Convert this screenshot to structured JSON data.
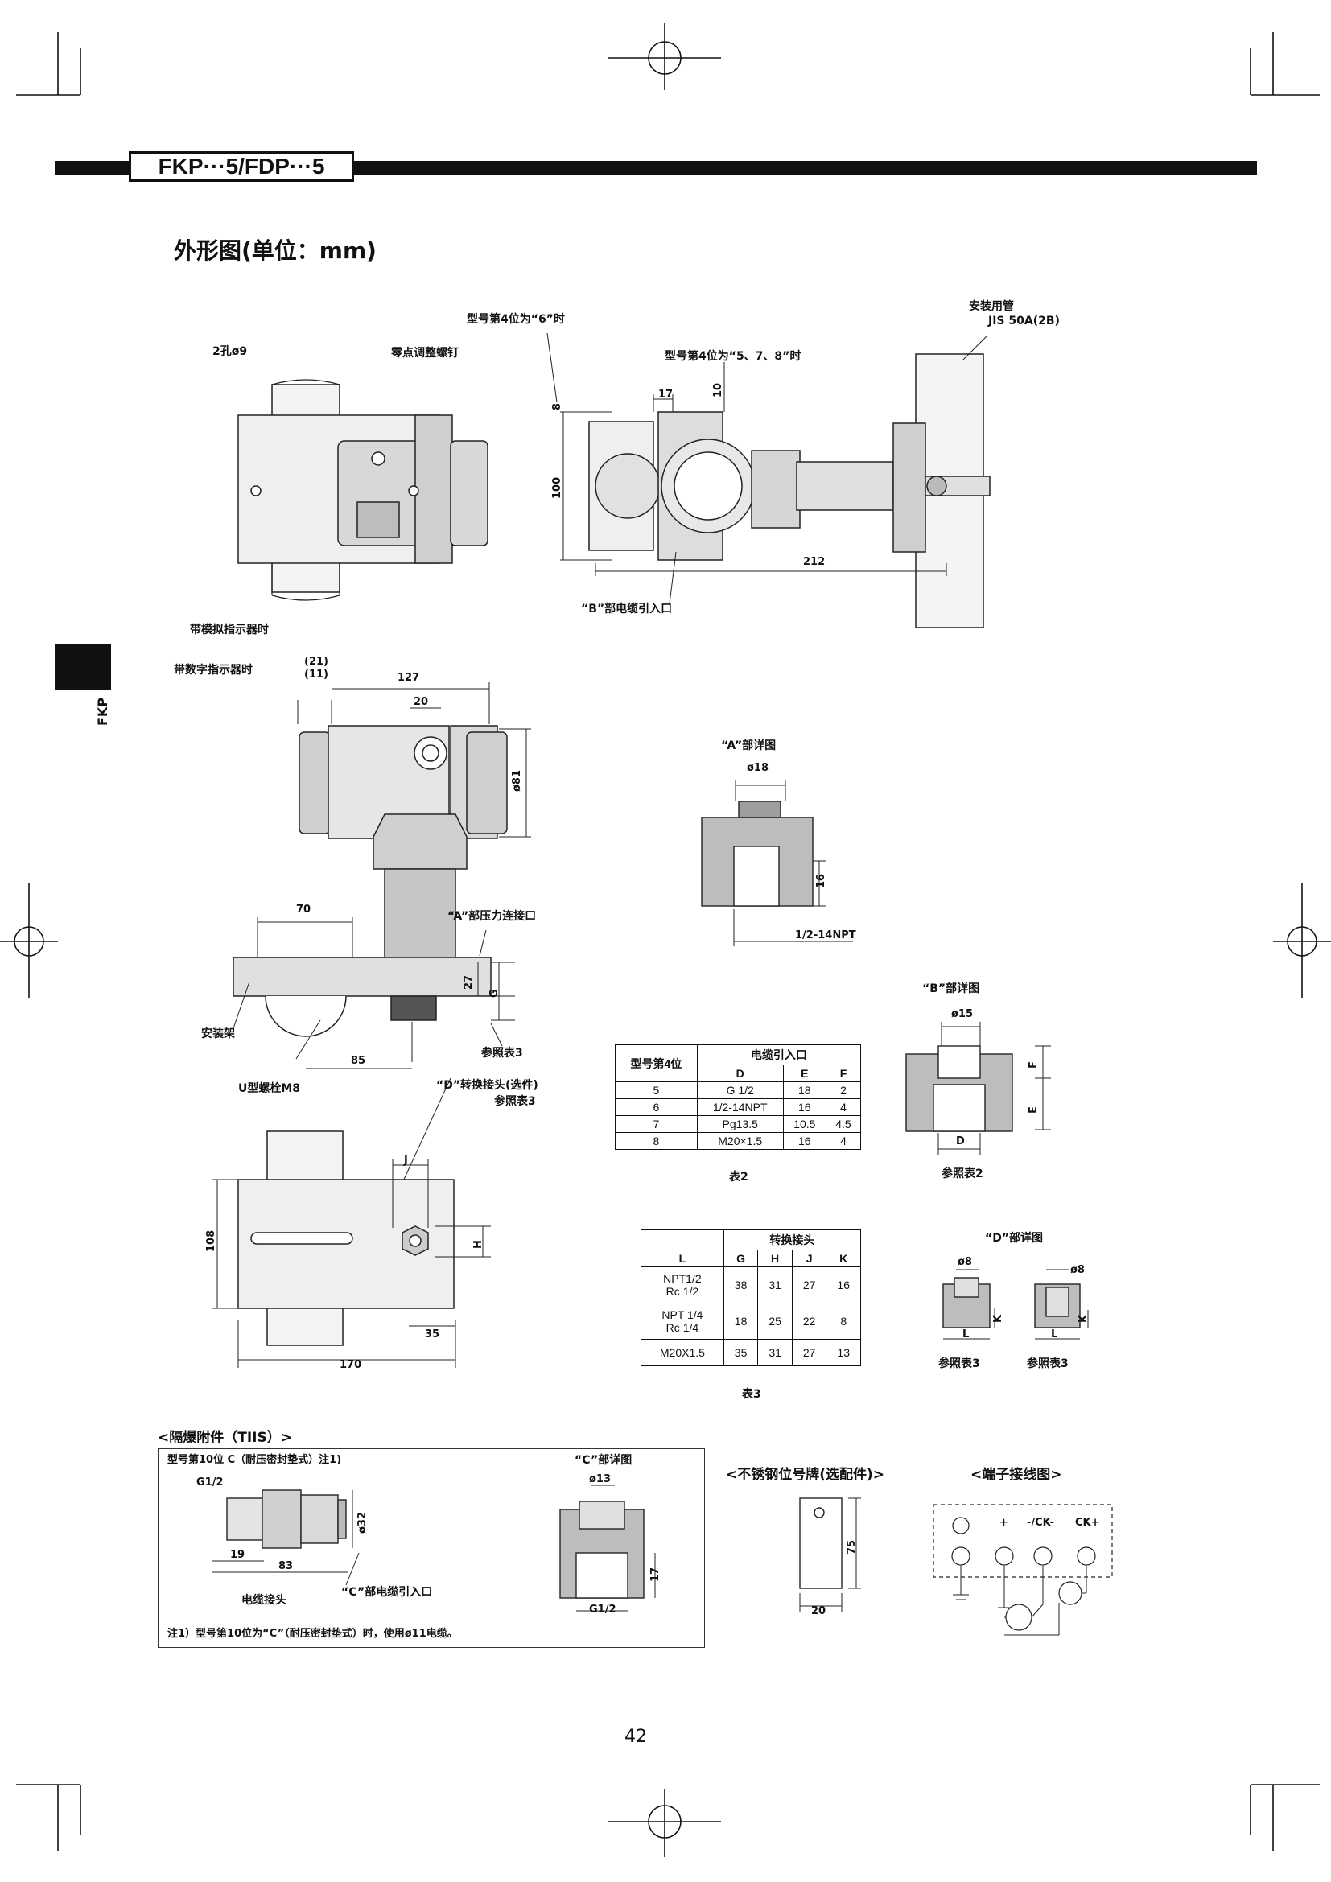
{
  "header": {
    "model_code": "FKP···5/FDP···5"
  },
  "side_tab": {
    "label": "FKP"
  },
  "page": {
    "title": "外形图(单位：mm)",
    "number": "42"
  },
  "views": {
    "front": {
      "holes_label": "2孔ø9",
      "zero_screw_label": "零点调整螺钉"
    },
    "side": {
      "model4_6_label": "型号第4位为“6”时",
      "model4_578_label": "型号第4位为“5、7、8”时",
      "pipe_label_1": "安装用管",
      "pipe_label_2": "JIS 50A(2B)",
      "dim_8": "8",
      "dim_17": "17",
      "dim_10": "10",
      "dim_100": "100",
      "dim_212": "212",
      "cable_entry_b": "“B”部电缆引入口"
    },
    "top": {
      "analog_indicator": "带模拟指示器时",
      "digital_indicator": "带数字指示器时",
      "dim_21": "(21)",
      "dim_11": "(11)",
      "dim_127": "127",
      "dim_20": "20",
      "dim_81": "ø81",
      "dim_70": "70",
      "pressure_conn_a": "“A”部压力连接口",
      "dim_27": "27",
      "dim_g": "G",
      "mount_bracket": "安装架",
      "ref_table3": "参照表3",
      "dim_85": "85",
      "u_bolt": "U型螺栓M8",
      "adapter_d": "“D”转换接头(选件)",
      "adapter_ref": "参照表3"
    },
    "bottom": {
      "dim_j": "J",
      "dim_108": "108",
      "dim_h": "H",
      "dim_35": "35",
      "dim_170": "170"
    }
  },
  "details": {
    "a": {
      "title": "“A”部详图",
      "dia": "ø18",
      "depth": "16",
      "thread": "1/2-14NPT"
    },
    "b": {
      "title": "“B”部详图",
      "dia": "ø15",
      "f": "F",
      "e": "E",
      "d": "D",
      "ref": "参照表2"
    },
    "d": {
      "title": "“D”部详图",
      "dia1": "ø8",
      "dia2": "ø8",
      "k1": "K",
      "k2": "K",
      "l1": "L",
      "l2": "L",
      "ref1": "参照表3",
      "ref2": "参照表3"
    },
    "c": {
      "title": "“C”部详图",
      "dia": "ø13",
      "depth": "17",
      "thread": "G1/2"
    }
  },
  "table2": {
    "col_model": "型号第4位",
    "col_group": "电缆引入口",
    "headers": [
      "D",
      "E",
      "F"
    ],
    "rows": [
      [
        "5",
        "G 1/2",
        "18",
        "2"
      ],
      [
        "6",
        "1/2-14NPT",
        "16",
        "4"
      ],
      [
        "7",
        "Pg13.5",
        "10.5",
        "4.5"
      ],
      [
        "8",
        "M20×1.5",
        "16",
        "4"
      ]
    ],
    "caption": "表2"
  },
  "table3": {
    "group": "转换接头",
    "headers": [
      "L",
      "G",
      "H",
      "J",
      "K"
    ],
    "rows": [
      [
        "NPT1/2\nRc 1/2",
        "38",
        "31",
        "27",
        "16"
      ],
      [
        "NPT 1/4\nRc 1/4",
        "18",
        "25",
        "22",
        "8"
      ],
      [
        "M20X1.5",
        "35",
        "31",
        "27",
        "13"
      ]
    ],
    "caption": "表3"
  },
  "tiis": {
    "title": "<隔爆附件（TIIS）>",
    "subtitle": "型号第10位 C（耐压密封垫式）注1)",
    "thread": "G1/2",
    "dim_19": "19",
    "dim_83": "83",
    "dim_32": "ø32",
    "connector": "电缆接头",
    "cable_entry_c": "“C”部电缆引入口",
    "note": "注1）型号第10位为“C”（耐压密封垫式）时，使用ø11电缆。"
  },
  "tag_plate": {
    "title": "<不锈钢位号牌(选配件)>",
    "dim_75": "75",
    "dim_20": "20"
  },
  "terminal": {
    "title": "<端子接线图>",
    "plus": "+",
    "ck_minus": "-/CK-",
    "ck_plus": "CK+"
  }
}
